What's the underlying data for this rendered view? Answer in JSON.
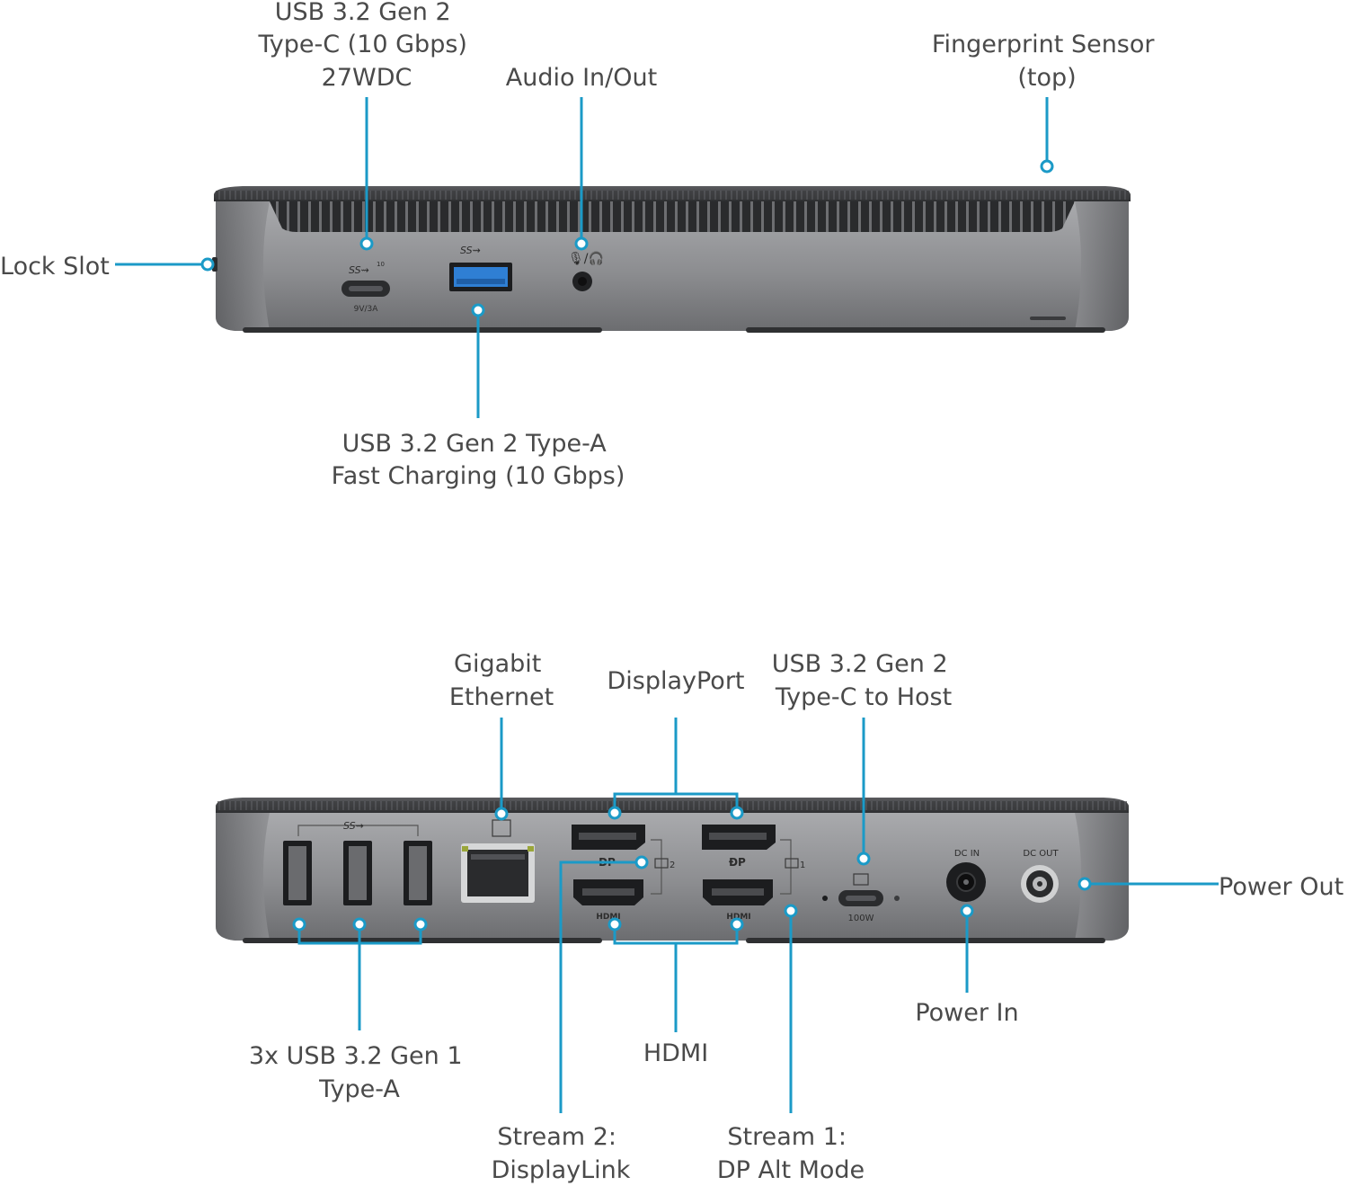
{
  "front": {
    "callouts": {
      "usb_c_front": [
        "USB 3.2 Gen 2",
        "Type-C (10 Gbps)",
        "27WDC"
      ],
      "audio": [
        "Audio In/Out"
      ],
      "fingerprint": [
        "Fingerprint Sensor",
        "(top)"
      ],
      "lock_slot": [
        "Lock Slot"
      ],
      "usb_a_front": [
        "USB 3.2 Gen 2 Type-A",
        "Fast Charging (10 Gbps)"
      ]
    },
    "port_labels": {
      "usb_c_rating": "9V/3A",
      "usb_c_badge": "10"
    }
  },
  "rear": {
    "callouts": {
      "ethernet": [
        "Gigabit",
        "Ethernet"
      ],
      "displayport": [
        "DisplayPort"
      ],
      "usb_c_host": [
        "USB 3.2 Gen 2",
        "Type-C to Host"
      ],
      "power_out": [
        "Power Out"
      ],
      "usb_a_rear": [
        "3x USB 3.2 Gen 1",
        "Type-A"
      ],
      "hdmi": [
        "HDMI"
      ],
      "power_in": [
        "Power In"
      ],
      "stream2": [
        "Stream 2:",
        "DisplayLink"
      ],
      "stream1": [
        "Stream 1:",
        "DP Alt Mode"
      ]
    },
    "port_labels": {
      "dc_in": "DC IN",
      "dc_out": "DC OUT",
      "host_rating": "100W",
      "stream2_num": "2",
      "stream1_num": "1"
    }
  },
  "colors": {
    "accent": "#1b9ac7",
    "text": "#4a4a4a",
    "chassis": "#8d8e91",
    "top_cover": "#3f4042",
    "usb3_blue": "#2f7fd4"
  }
}
